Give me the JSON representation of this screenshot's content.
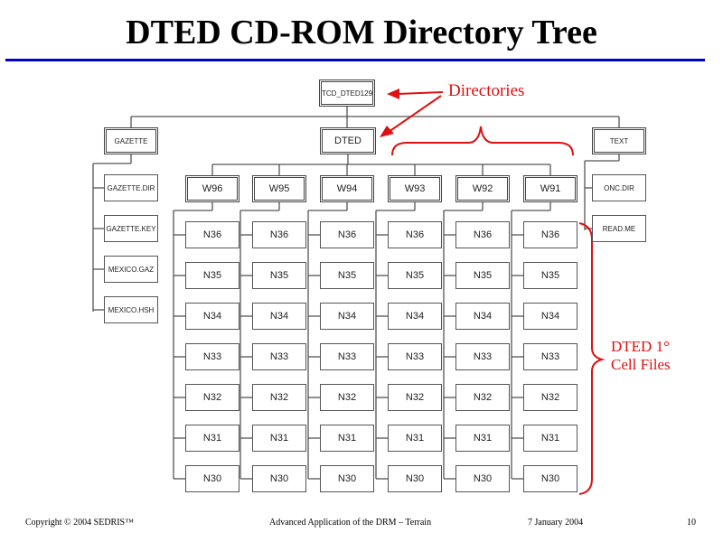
{
  "title": "DTED CD-ROM Directory Tree",
  "colors": {
    "rule": "#0000cc",
    "annotation": "#dd1111",
    "line": "#555555"
  },
  "tree": {
    "root": "TCD_DTED129",
    "gazette": {
      "label": "GAZETTE",
      "files": [
        "GAZETTE.DIR",
        "GAZETTE.KEY",
        "MEXICO.GAZ",
        "MEXICO.HSH"
      ]
    },
    "dted": {
      "label": "DTED",
      "longitudes": [
        "W96",
        "W95",
        "W94",
        "W93",
        "W92",
        "W91"
      ],
      "cells": [
        "N36",
        "N35",
        "N34",
        "N33",
        "N32",
        "N31",
        "N30"
      ]
    },
    "text": {
      "label": "TEXT",
      "files": [
        "ONC.DIR",
        "READ.ME"
      ]
    }
  },
  "annotations": {
    "directories": "Directories",
    "cells_line1": "DTED 1°",
    "cells_line2": "Cell Files"
  },
  "footer": {
    "copyright": "Copyright © 2004 SEDRIS™",
    "subject": "Advanced Application of the DRM – Terrain",
    "date": "7 January 2004",
    "page": "10"
  }
}
